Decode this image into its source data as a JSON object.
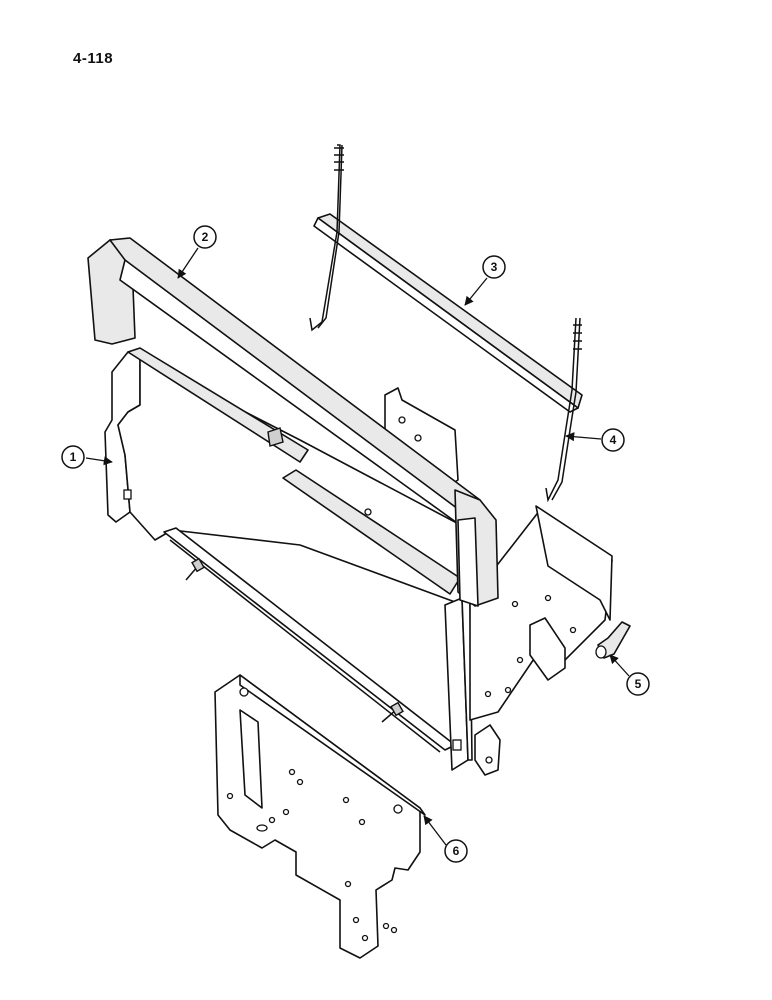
{
  "page": {
    "number": "4-118"
  },
  "callouts": [
    {
      "id": "1",
      "label": "1"
    },
    {
      "id": "2",
      "label": "2"
    },
    {
      "id": "3",
      "label": "3"
    },
    {
      "id": "4",
      "label": "4"
    },
    {
      "id": "5",
      "label": "5"
    },
    {
      "id": "6",
      "label": "6"
    }
  ]
}
